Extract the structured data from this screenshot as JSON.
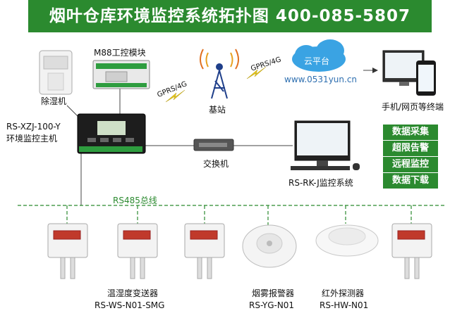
{
  "title": "烟叶仓库环境监控系统拓扑图 400-085-5807",
  "devices": {
    "dehumidifier": "除湿机",
    "relay_module": "M88工控模块",
    "host_model": "RS-XZJ-100-Y",
    "host_name": "环境监控主机",
    "base_station": "基站",
    "gprs_left": "GPRS/4G",
    "gprs_right": "GPRS/4G",
    "cloud_label": "云平台",
    "cloud_url": "www.0531yun.cn",
    "terminals": "手机/网页等终端",
    "switch": "交换机",
    "pc_system": "RS-RK-J监控系统"
  },
  "bus_label": "RS485总线",
  "features": [
    "数据采集",
    "超限告警",
    "远程监控",
    "数据下载"
  ],
  "sensors": {
    "thermo_name": "温湿度变送器",
    "thermo_model": "RS-WS-N01-SMG",
    "smoke_name": "烟雾报警器",
    "smoke_model": "RS-YG-N01",
    "ir_name": "红外探测器",
    "ir_model": "RS-HW-N01"
  },
  "colors": {
    "brand_green": "#2b8a2f",
    "cloud_blue": "#3aa3e3",
    "lightning_yellow": "#e8c81a"
  }
}
